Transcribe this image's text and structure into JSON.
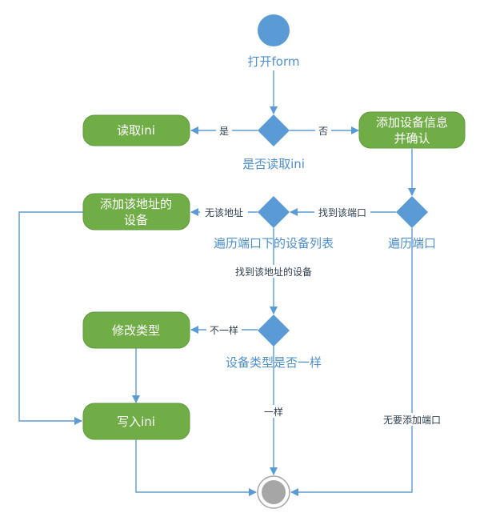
{
  "colors": {
    "start": "#5b9bd5",
    "action_fill": "#70ad47",
    "action_stroke": "#5e9a3c",
    "decision": "#5b9bd5",
    "edge": "#5b9bd5",
    "end_fill": "#a6a6a6",
    "end_ring": "#a6a6a6",
    "caption_text": "#4f8fc8",
    "edge_label_text": "#2d3e4f"
  },
  "nodes": {
    "open_form": {
      "caption": "打开form"
    },
    "read_ini": {
      "label": "读取ini"
    },
    "read_ini_decision": {
      "caption": "是否读取ini"
    },
    "add_device_info": {
      "line1": "添加设备信息",
      "line2": "并确认"
    },
    "traverse_ports": {
      "caption": "遍历端口"
    },
    "traverse_device_list": {
      "caption": "遍历端口下的设备列表"
    },
    "add_addr_device": {
      "line1": "添加该地址的",
      "line2": "设备"
    },
    "modify_type": {
      "label": "修改类型"
    },
    "type_same_decision": {
      "caption": "设备类型是否一样"
    },
    "write_ini": {
      "label": "写入ini"
    }
  },
  "edges": {
    "yes": "是",
    "no": "否",
    "found_port": "找到该端口",
    "no_address": "无该地址",
    "found_device": "找到该地址的设备",
    "not_same": "不一样",
    "same": "一样",
    "no_port_needed": "无要添加端口"
  }
}
